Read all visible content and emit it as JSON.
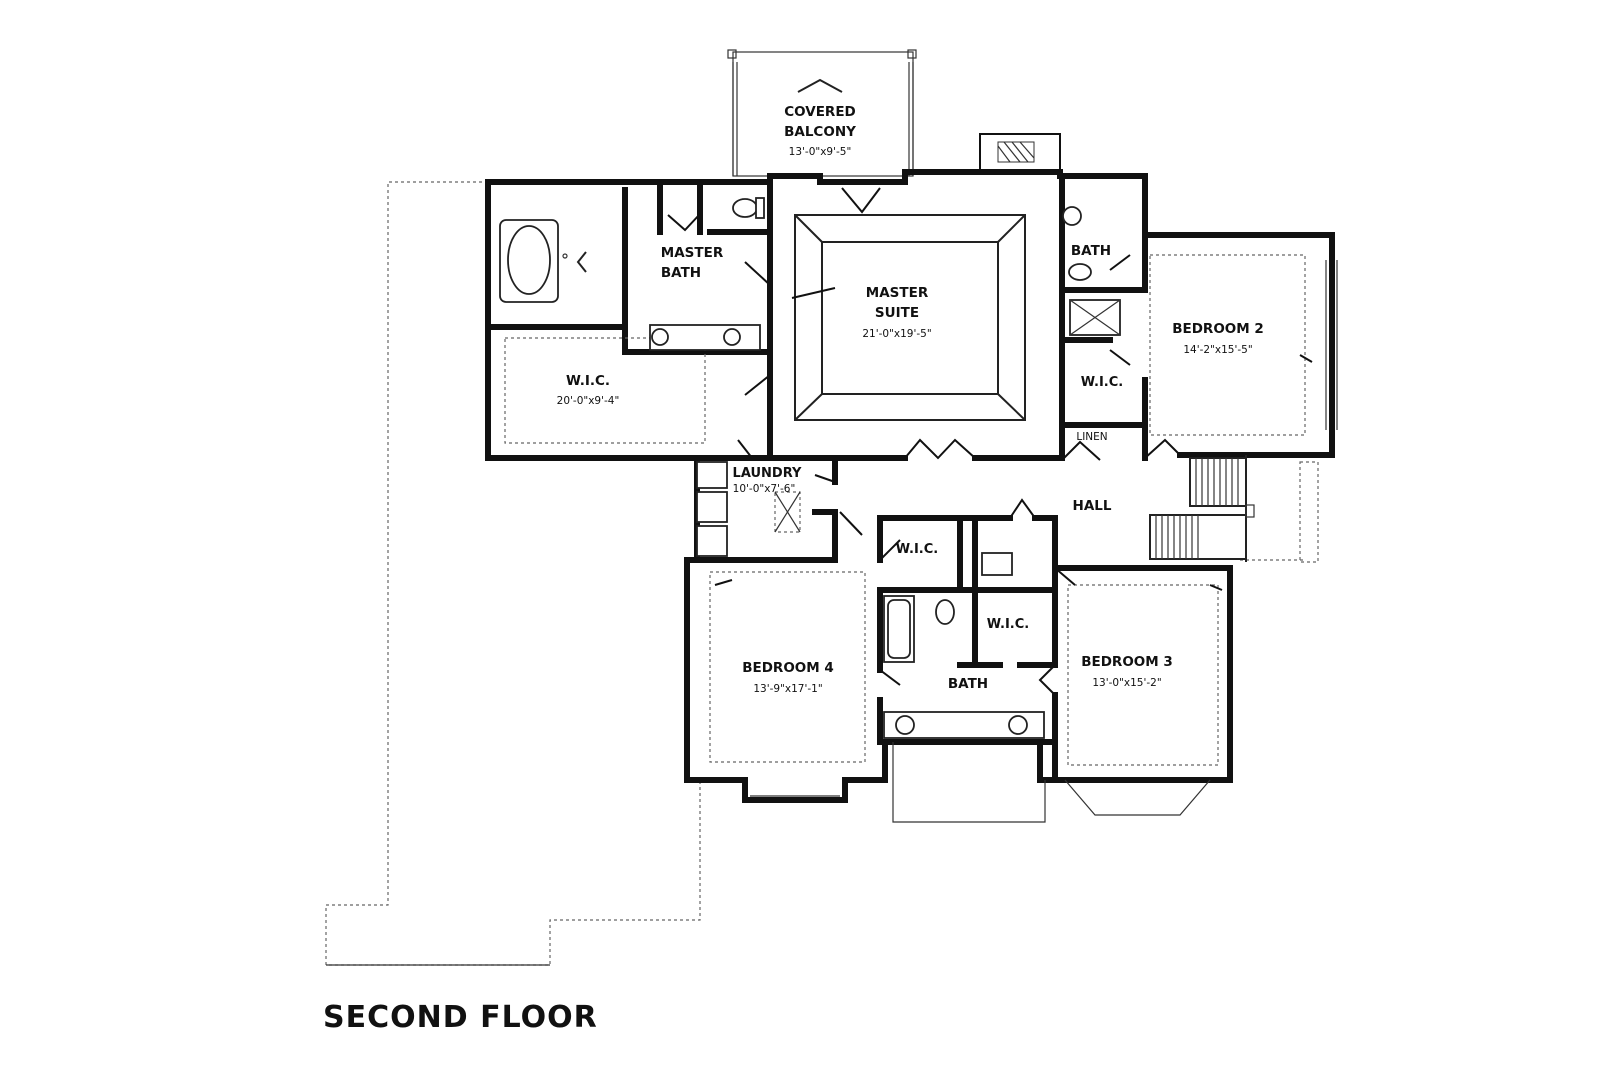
{
  "title": "SECOND FLOOR",
  "rooms": {
    "covered_balcony": {
      "name_1": "COVERED",
      "name_2": "BALCONY",
      "dim": "13'-0\"x9'-5\""
    },
    "master_bath": {
      "name_1": "MASTER",
      "name_2": "BATH"
    },
    "master_suite": {
      "name_1": "MASTER",
      "name_2": "SUITE",
      "dim": "21'-0\"x19'-5\""
    },
    "bath_upper": {
      "name": "BATH"
    },
    "bedroom_2": {
      "name": "BEDROOM 2",
      "dim": "14'-2\"x15'-5\""
    },
    "wic_master": {
      "name": "W.I.C.",
      "dim": "20'-0\"x9'-4\""
    },
    "wic_bed2": {
      "name": "W.I.C."
    },
    "linen": {
      "name": "LINEN"
    },
    "laundry": {
      "name": "LAUNDRY",
      "dim": "10'-0\"x7'-6\""
    },
    "hall": {
      "name": "HALL"
    },
    "wic_bed4": {
      "name": "W.I.C."
    },
    "wic_bed3": {
      "name": "W.I.C."
    },
    "bedroom_4": {
      "name": "BEDROOM 4",
      "dim": "13'-9\"x17'-1\""
    },
    "bath_lower": {
      "name": "BATH"
    },
    "bedroom_3": {
      "name": "BEDROOM 3",
      "dim": "13'-0\"x15'-2\""
    }
  }
}
